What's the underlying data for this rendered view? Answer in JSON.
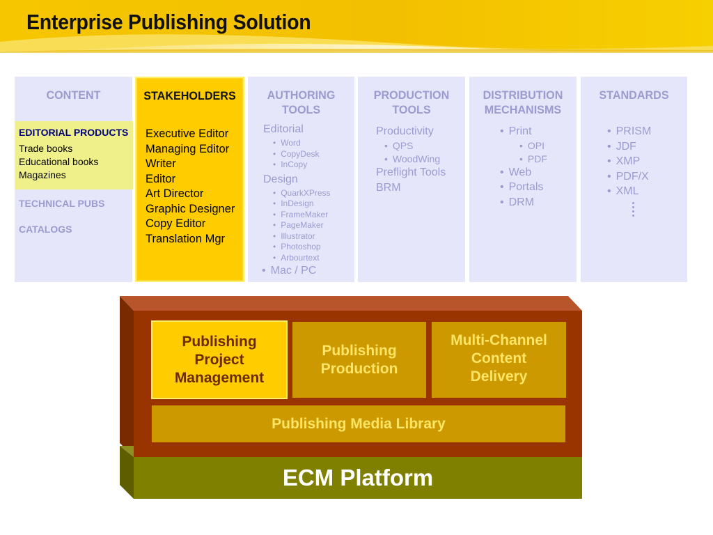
{
  "title": "Enterprise Publishing Solution",
  "colors": {
    "banner_yellow": "#f5c400",
    "column_bg": "#e6e6fb",
    "column_text": "#9b9bd0",
    "highlight_yellow": "#ffcc00",
    "editorial_bg": "#f0f08a",
    "stack_brown": "#993300",
    "box_gold": "#cc9900",
    "box_label_light": "#ffe566",
    "ecm_olive": "#808000"
  },
  "columns": {
    "content": {
      "header": "CONTENT",
      "editorial": {
        "title": "EDITORIAL PRODUCTS",
        "items": [
          "Trade books",
          "Educational books",
          "Magazines"
        ]
      },
      "others": [
        "TECHNICAL PUBS",
        "CATALOGS"
      ]
    },
    "stakeholders": {
      "header": "STAKEHOLDERS",
      "items": [
        "Executive Editor",
        "Managing Editor",
        "Writer",
        "Editor",
        "Art Director",
        "Graphic Designer",
        "Copy Editor",
        "Translation Mgr"
      ]
    },
    "authoring": {
      "header_line1": "AUTHORING",
      "header_line2": "TOOLS",
      "editorial_label": "Editorial",
      "editorial_items": [
        "Word",
        "CopyDesk",
        "InCopy"
      ],
      "design_label": "Design",
      "design_items": [
        "QuarkXPress",
        "InDesign",
        "FrameMaker",
        "PageMaker",
        "Illustrator",
        "Photoshop",
        "Arbourtext"
      ],
      "platform": "Mac / PC"
    },
    "production": {
      "header_line1": "PRODUCTION",
      "header_line2": "TOOLS",
      "productivity_label": "Productivity",
      "productivity_items": [
        "QPS",
        "WoodWing"
      ],
      "preflight": "Preflight Tools",
      "brm": "BRM"
    },
    "distribution": {
      "header_line1": "DISTRIBUTION",
      "header_line2": "MECHANISMS",
      "print": "Print",
      "print_items": [
        "OPI",
        "PDF"
      ],
      "web": "Web",
      "portals": "Portals",
      "drm": "DRM"
    },
    "standards": {
      "header": "STANDARDS",
      "items": [
        "PRISM",
        "JDF",
        "XMP",
        "PDF/X",
        "XML"
      ]
    }
  },
  "stack": {
    "box1": [
      "Publishing",
      "Project",
      "Management"
    ],
    "box2": [
      "Publishing",
      "Production"
    ],
    "box3": [
      "Multi-Channel",
      "Content",
      "Delivery"
    ],
    "media_library": "Publishing Media Library",
    "platform": "ECM Platform"
  }
}
